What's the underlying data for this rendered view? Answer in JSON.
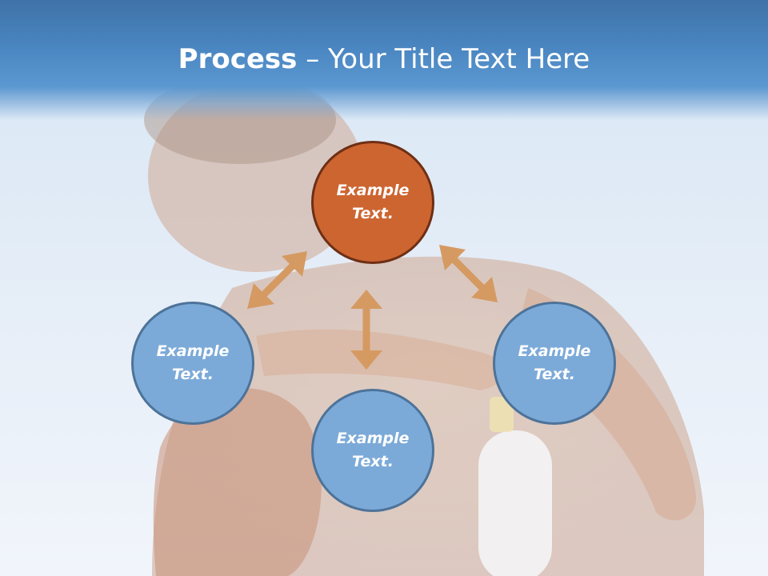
{
  "title": {
    "bold": "Process",
    "dash": " – ",
    "rest": "Your Title Text Here"
  },
  "nodes": {
    "top": "Example\nText.",
    "left": "Example\nText.",
    "right": "Example\nText.",
    "bottom": "Example\nText."
  },
  "colors": {
    "title_band": "#4a86c1",
    "center_node": "#cd6531",
    "center_border": "#6e2f14",
    "outer_node": "#7caad8",
    "outer_border": "#4d7399",
    "arrow": "#d59a62"
  }
}
